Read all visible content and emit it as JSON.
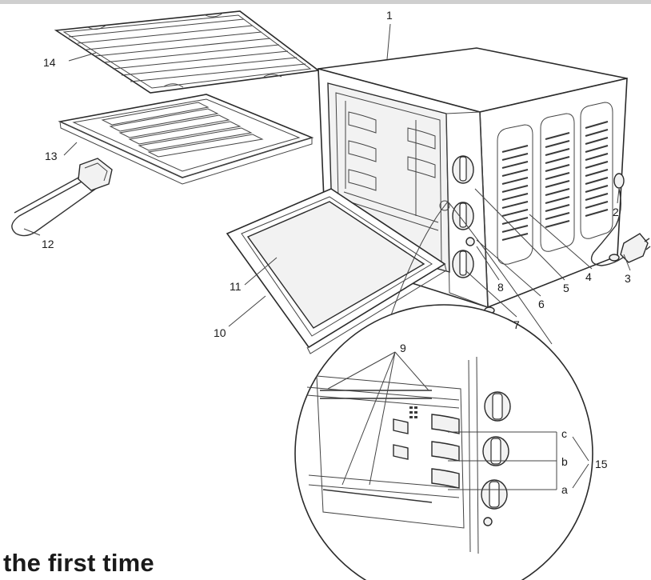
{
  "callouts": [
    "1",
    "2",
    "3",
    "4",
    "5",
    "6",
    "7",
    "8",
    "9",
    "10",
    "11",
    "12",
    "13",
    "14",
    "15"
  ],
  "shelf_letters": [
    "a",
    "b",
    "c"
  ],
  "heading": "the first time",
  "colors": {
    "line": "#2a2a2a",
    "text": "#1a1a1a",
    "top_bar": "#cfcfcf"
  }
}
